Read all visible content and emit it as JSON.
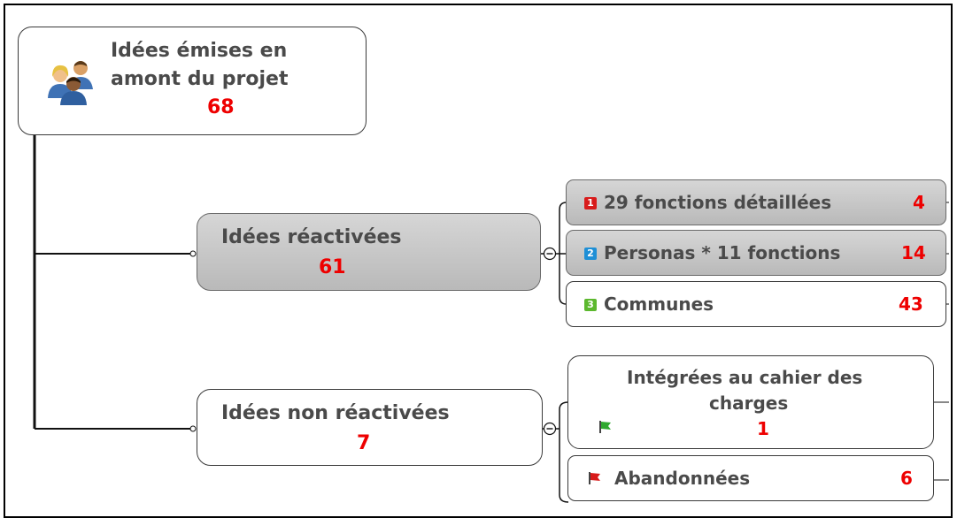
{
  "root": {
    "title_line1": "Idées émises en",
    "title_line2": "amont du projet",
    "count": "68",
    "icon": "people-group-icon"
  },
  "reactivated": {
    "title": "Idées réactivées",
    "count": "61",
    "children": [
      {
        "badge": "1",
        "label": "29 fonctions détaillées",
        "count": "4",
        "badge_color": "#d81b1b"
      },
      {
        "badge": "2",
        "label": "Personas * 11 fonctions",
        "count": "14",
        "badge_color": "#1e8fd6"
      },
      {
        "badge": "3",
        "label": "Communes",
        "count": "43",
        "badge_color": "#5cb82e"
      }
    ]
  },
  "not_reactivated": {
    "title": "Idées non réactivées",
    "count": "7",
    "children": [
      {
        "label_line1": "Intégrées au cahier des",
        "label_line2": "charges",
        "count": "1",
        "flag": "green-flag-icon",
        "flag_color": "#2ea82e"
      },
      {
        "label": "Abandonnées",
        "count": "6",
        "flag": "red-flag-icon",
        "flag_color": "#d81b1b"
      }
    ]
  },
  "colors": {
    "count_red": "#ee0000",
    "text_gray": "#4a4a4a",
    "highlight_fill": "#c4c4c4"
  }
}
